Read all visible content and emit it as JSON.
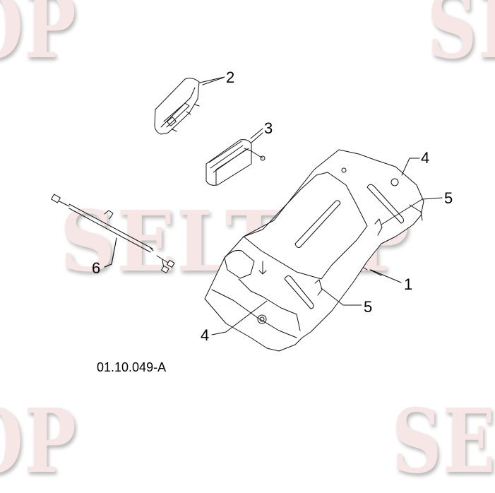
{
  "watermark": {
    "text": "SELTOP",
    "fragments": [
      "OP",
      "SE",
      "SELTOP",
      "OP",
      "SE"
    ],
    "color": "#f6e6e6"
  },
  "diagram": {
    "reference_code": "01.10.049-A",
    "callouts": [
      {
        "label": "1",
        "part": "body-housing"
      },
      {
        "label": "2",
        "part": "upper-lamp-cover"
      },
      {
        "label": "3",
        "part": "lamp-unit"
      },
      {
        "label": "4",
        "part": "screw-top"
      },
      {
        "label": "4",
        "part": "screw-bottom"
      },
      {
        "label": "5",
        "part": "clip-top"
      },
      {
        "label": "5",
        "part": "clip-bottom"
      },
      {
        "label": "6",
        "part": "cable-harness"
      }
    ]
  }
}
